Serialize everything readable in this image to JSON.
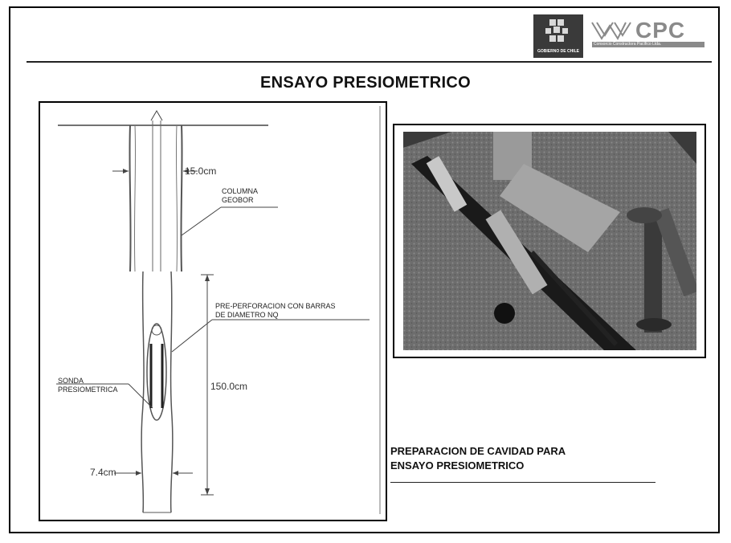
{
  "header": {
    "logo_gobierno_text": "GOBIERNO DE CHILE",
    "logo_cpc_text": "CPC",
    "logo_cpc_subtext": "Consorcio Constructora Pacífico Ltda."
  },
  "title": "ENSAYO PRESIOMETRICO",
  "diagram": {
    "dim_casing": "15.0cm",
    "label_columna_1": "COLUMNA",
    "label_columna_2": "GEOBOR",
    "label_preperf_1": "PRE-PERFORACION CON BARRAS",
    "label_preperf_2": "DE DIAMETRO NQ",
    "label_sonda_1": "SONDA",
    "label_sonda_2": "PRESIOMETRICA",
    "dim_length": "150.0cm",
    "dim_hole": "7.4cm"
  },
  "caption": {
    "line1": "PREPARACION DE CAVIDAD PARA",
    "line2": "ENSAYO PRESIOMETRICO"
  },
  "colors": {
    "logo_gobierno_bg": "#3a3a3a",
    "logo_cpc": "#8a8a8a",
    "photo_base": "#7a7a7a"
  }
}
